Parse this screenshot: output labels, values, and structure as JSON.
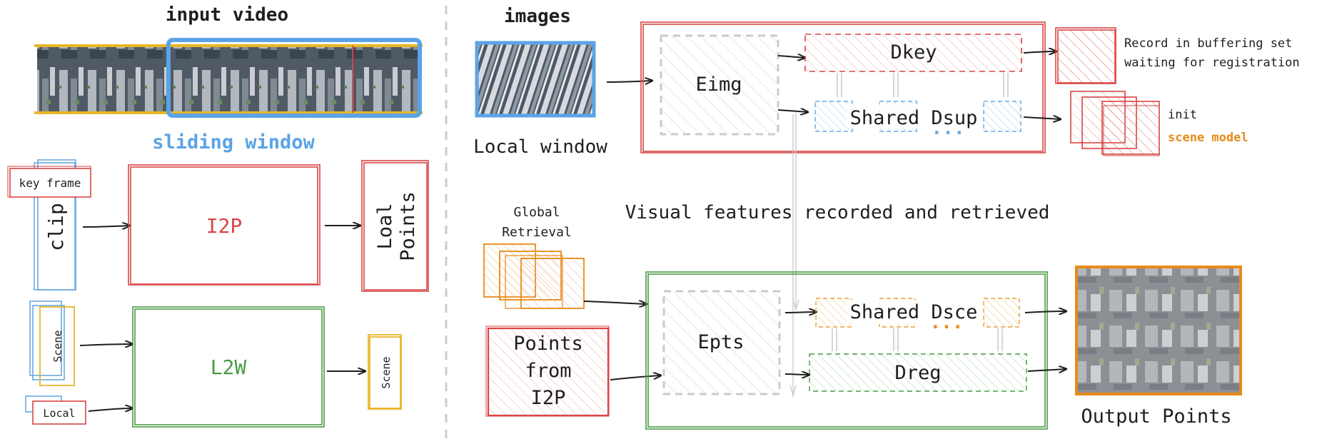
{
  "left_panel": {
    "input_video_label": "input video",
    "sliding_window_label": "sliding window",
    "key_frame_label": "key frame",
    "clip_label": "clip",
    "i2p_label": "I2P",
    "loal_points_line1": "Loal",
    "loal_points_line2": "Points",
    "scene_label_left": "Scene",
    "local_label": "Local",
    "l2w_label": "L2W",
    "scene_label_right": "Scene"
  },
  "right_panel": {
    "images_label": "images",
    "local_window_label": "Local window",
    "eimg_label": "Eimg",
    "dkey_label": "Dkey",
    "shared_dsup_label": "Shared Dsup",
    "ellipsis_blue": "...",
    "record_line1": "Record in buffering set",
    "record_line2": "waiting for registration",
    "init_label": "init",
    "scene_model_label": "scene model",
    "visual_features_label": "Visual features recorded and retrieved",
    "global_line1": "Global",
    "global_line2": "Retrieval",
    "points_from_line1": "Points",
    "points_from_line2": "from",
    "points_from_line3": "I2P",
    "epts_label": "Epts",
    "shared_dsce_label": "Shared Dsce",
    "ellipsis_orange": "...",
    "dreg_label": "Dreg",
    "output_points_label": "Output Points"
  },
  "colors": {
    "red": "#d94545",
    "green": "#4a9b45",
    "blue": "#69a8e0",
    "yellow": "#e8b628",
    "orange": "#e88a1a",
    "gray": "#c7cbd2"
  }
}
